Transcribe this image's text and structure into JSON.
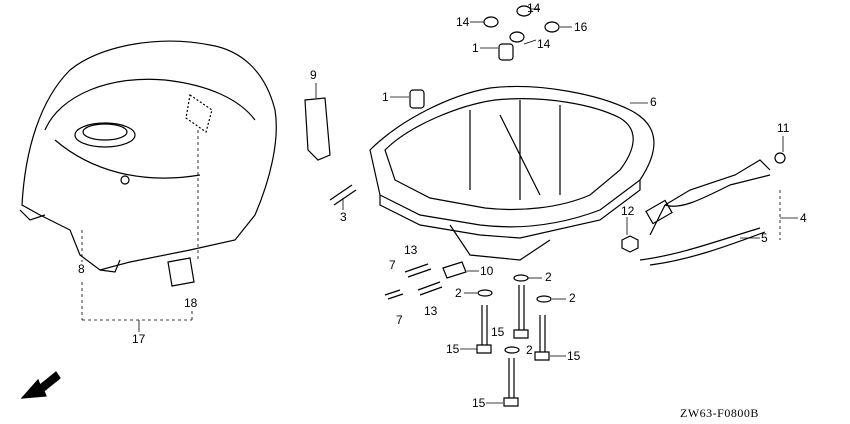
{
  "diagram_code": "ZW63-F0800B",
  "direction_label": "FR.",
  "callouts": [
    "14",
    "14",
    "16",
    "1",
    "14",
    "9",
    "1",
    "6",
    "11",
    "3",
    "4",
    "12",
    "5",
    "13",
    "7",
    "10",
    "8",
    "2",
    "2",
    "2",
    "18",
    "13",
    "7",
    "15",
    "17",
    "15",
    "2",
    "15",
    "15"
  ]
}
